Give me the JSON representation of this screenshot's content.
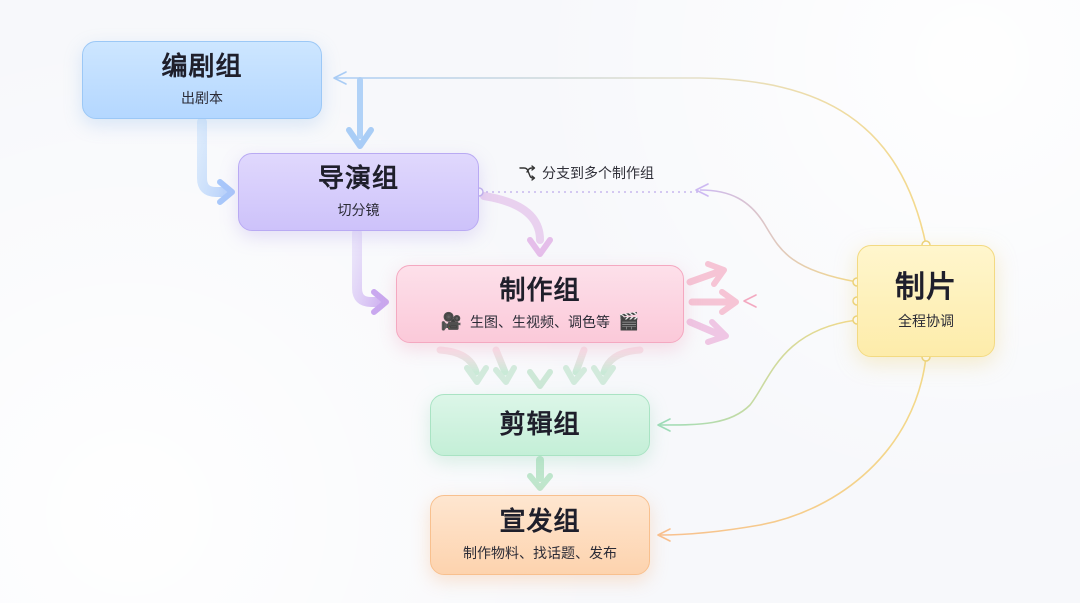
{
  "nodes": {
    "writers": {
      "title": "编剧组",
      "subtitle": "出剧本"
    },
    "directors": {
      "title": "导演组",
      "subtitle": "切分镜"
    },
    "production": {
      "title": "制作组",
      "subtitle": "生图、生视频、调色等",
      "icon_left": "movie-camera-icon",
      "icon_right": "clapper-board-icon",
      "icon_left_glyph": "🎥",
      "icon_right_glyph": "🎬"
    },
    "editing": {
      "title": "剪辑组"
    },
    "publicity": {
      "title": "宣发组",
      "subtitle": "制作物料、找话题、发布"
    },
    "producer": {
      "title": "制片",
      "subtitle": "全程协调"
    }
  },
  "branch_label": {
    "icon": "branch-split-icon",
    "text": "分支到多个制作组"
  },
  "colors": {
    "writers": "#b4d7ff",
    "directors": "#cdc2fa",
    "production": "#fbc9d9",
    "editing": "#c4efd7",
    "publicity": "#fdd3ae",
    "producer": "#fdecaa"
  }
}
